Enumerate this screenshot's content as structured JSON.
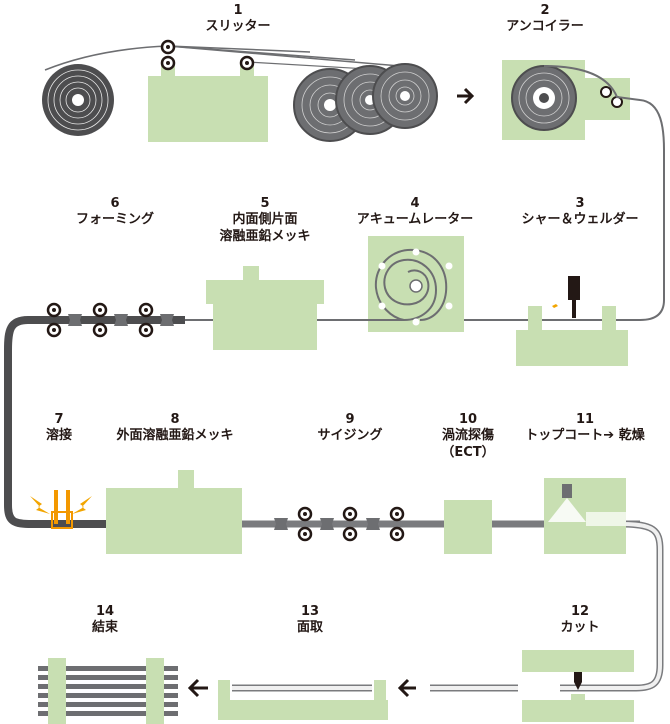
{
  "colors": {
    "machine": "#c8dfb2",
    "strip": "#6d6e71",
    "pipe": "#555555",
    "pipe_light": "#bcbec0",
    "coil": "#4d4d4f",
    "text": "#231815",
    "spark": "#f2a500",
    "heat": "#f39800"
  },
  "arrow_glyph": "➔",
  "steps": [
    {
      "num": "1",
      "name": "スリッター"
    },
    {
      "num": "2",
      "name": "アンコイラー"
    },
    {
      "num": "3",
      "name": "シャー＆ウェルダー"
    },
    {
      "num": "4",
      "name": "アキュームレーター"
    },
    {
      "num": "5",
      "name": "内面側片面",
      "sub": "溶融亜鉛メッキ"
    },
    {
      "num": "6",
      "name": "フォーミング"
    },
    {
      "num": "7",
      "name": "溶接"
    },
    {
      "num": "8",
      "name": "外面溶融亜鉛メッキ"
    },
    {
      "num": "9",
      "name": "サイジング"
    },
    {
      "num": "10",
      "name": "渦流探傷",
      "sub": "（ECT）"
    },
    {
      "num": "11",
      "name": "トップコート➔ 乾燥"
    },
    {
      "num": "12",
      "name": "カット"
    },
    {
      "num": "13",
      "name": "面取"
    },
    {
      "num": "14",
      "name": "結束"
    }
  ]
}
